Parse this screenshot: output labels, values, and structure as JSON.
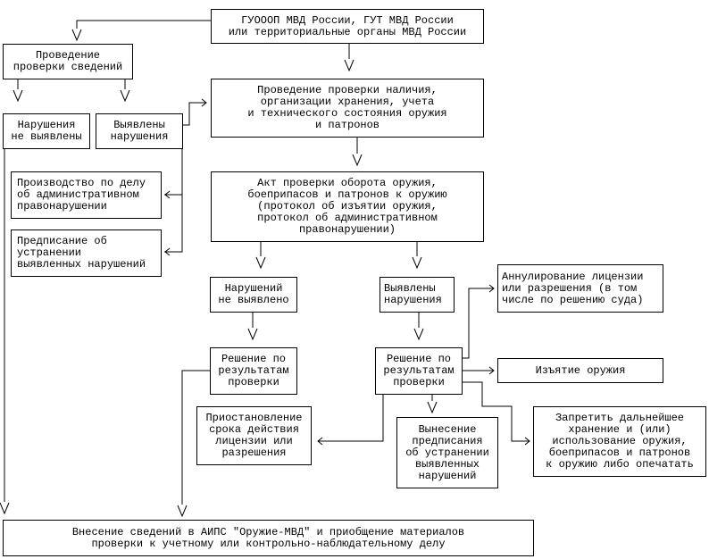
{
  "nodes": {
    "authority": [
      "ГУОООП МВД России, ГУТ МВД России",
      "или территориальные органы МВД России"
    ],
    "info_check": [
      "Проведение",
      "проверки сведений"
    ],
    "no_violations_1": [
      "Нарушения",
      "не выявлены"
    ],
    "violations_1": [
      "Выявлены",
      "нарушения"
    ],
    "inspection": [
      "Проведение проверки наличия,",
      "организации хранения, учета",
      "и технического состояния оружия",
      "и патронов"
    ],
    "admin_case": [
      "Производство по делу",
      "об административном",
      "правонарушении"
    ],
    "order_1": [
      "Предписание об",
      "устранении",
      "выявленных нарушений"
    ],
    "act": [
      "Акт проверки оборота оружия,",
      "боеприпасов и патронов к оружию",
      "(протокол об изъятии оружия,",
      "протокол об административном",
      "правонарушении)"
    ],
    "no_violations_2": [
      "Нарушений",
      "не выявлено"
    ],
    "violations_2": [
      "Выявлены",
      "нарушения"
    ],
    "revocation": [
      "Аннулирование лицензии",
      "или разрешения (в том",
      "числе по решению суда)"
    ],
    "decision_1": [
      "Решение по",
      "результатам",
      "проверки"
    ],
    "decision_2": [
      "Решение по",
      "результатам",
      "проверки"
    ],
    "seizure": [
      "Изъятие оружия"
    ],
    "suspension": [
      "Приостановление",
      "срока действия",
      "лицензии или",
      "разрешения"
    ],
    "order_2": [
      "Вынесение",
      "предписания",
      "об устранении",
      "выявленных",
      "нарушений"
    ],
    "prohibit": [
      "Запретить дальнейшее",
      "хранение и (или)",
      "использование оружия,",
      "боеприпасов и патронов",
      "к оружию либо опечатать"
    ],
    "record": [
      "Внесение сведений в АИПС \"Оружие-МВД\" и приобщение материалов",
      "проверки к учетному или контрольно-наблюдательному делу"
    ]
  }
}
